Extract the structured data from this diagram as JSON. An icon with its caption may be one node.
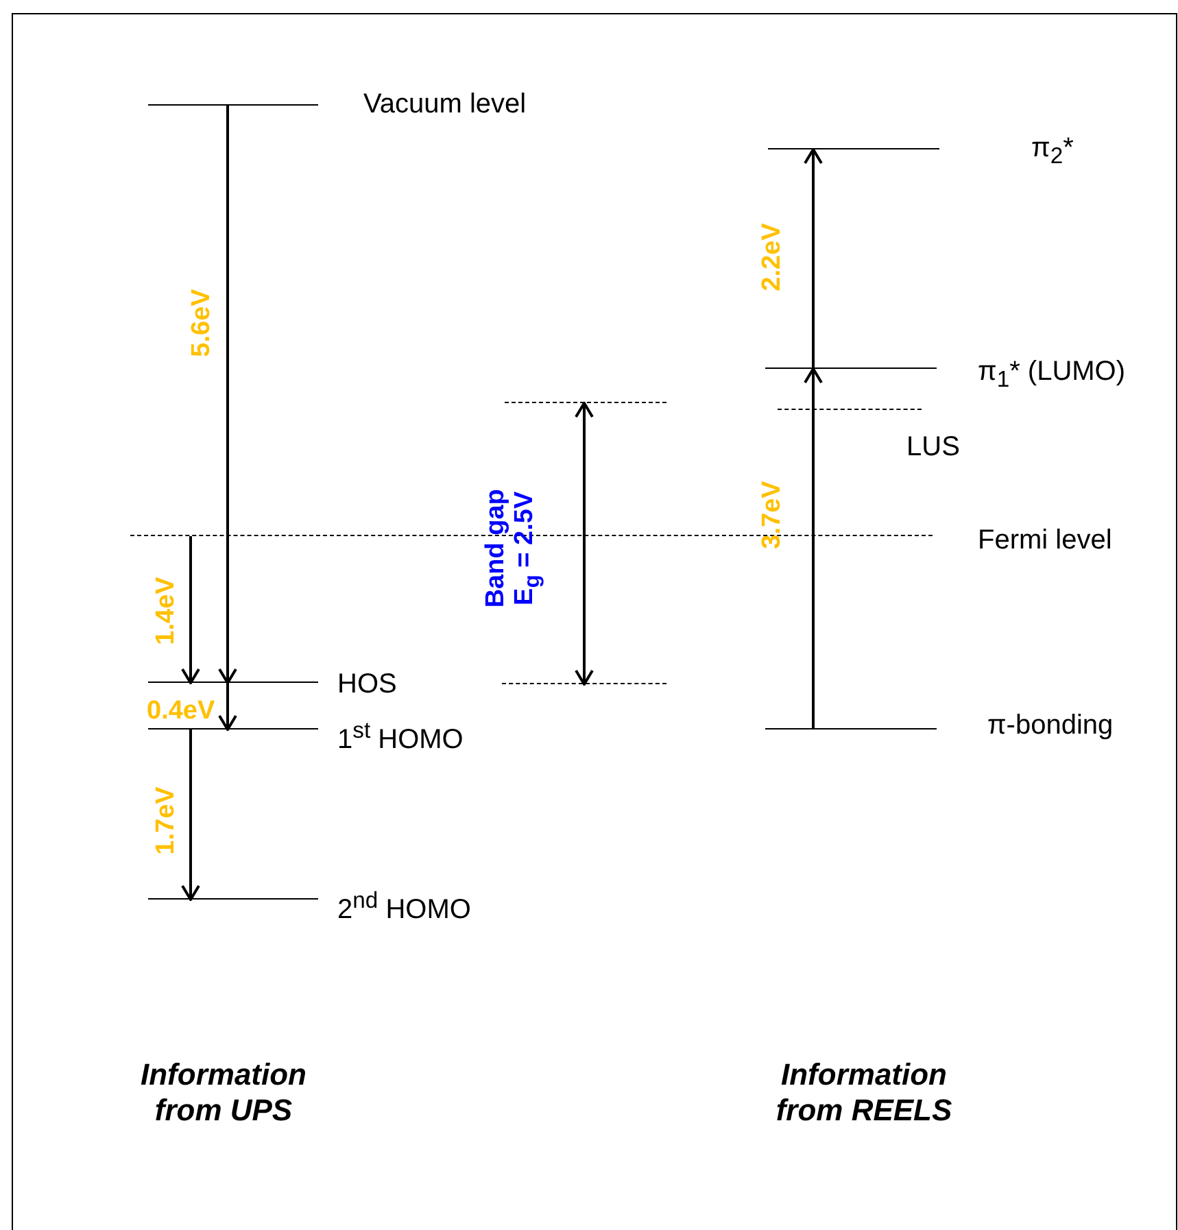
{
  "diagram": {
    "nodes": [
      {
        "text": [
          "Vacuum level"
        ]
      },
      {
        "text": [
          "Fermi level"
        ]
      },
      {
        "text": [
          "HOS"
        ]
      },
      {
        "text": [
          "1$^{st}$ HOMO"
        ]
      },
      {
        "text": [
          "2$^{nd}$ HOMO"
        ]
      },
      {
        "text": [],
        "shape": "bar"
      },
      {
        "text": [],
        "shape": "bar"
      },
      {
        "text": [
          "π$_{2}$*"
        ]
      },
      {
        "text": [
          "π$_{1}$* (LUMO)"
        ]
      },
      {
        "text": [
          "LUS"
        ]
      },
      {
        "text": [
          "π-bonding"
        ]
      }
    ],
    "edges": [
      {
        "from": 0,
        "to": 2,
        "arrow": "to",
        "label": "5.6eV"
      },
      {
        "from": 1,
        "to": 2,
        "arrow": "to",
        "label": "1.4eV"
      },
      {
        "from": 2,
        "to": 3,
        "arrow": "to",
        "label": "0.4eV"
      },
      {
        "from": 3,
        "to": 4,
        "arrow": "to",
        "label": "1.7eV"
      },
      {
        "from": 5,
        "to": 6,
        "arrow": "both",
        "label": "Band gap E$_{g}$ = 2.5V"
      },
      {
        "from": 10,
        "to": 8,
        "arrow": "to",
        "label": "3.7eV"
      },
      {
        "from": 8,
        "to": 7,
        "arrow": "to",
        "label": "2.2eV"
      }
    ],
    "labels": [
      "Information from UPS",
      "Information from REELS"
    ]
  }
}
